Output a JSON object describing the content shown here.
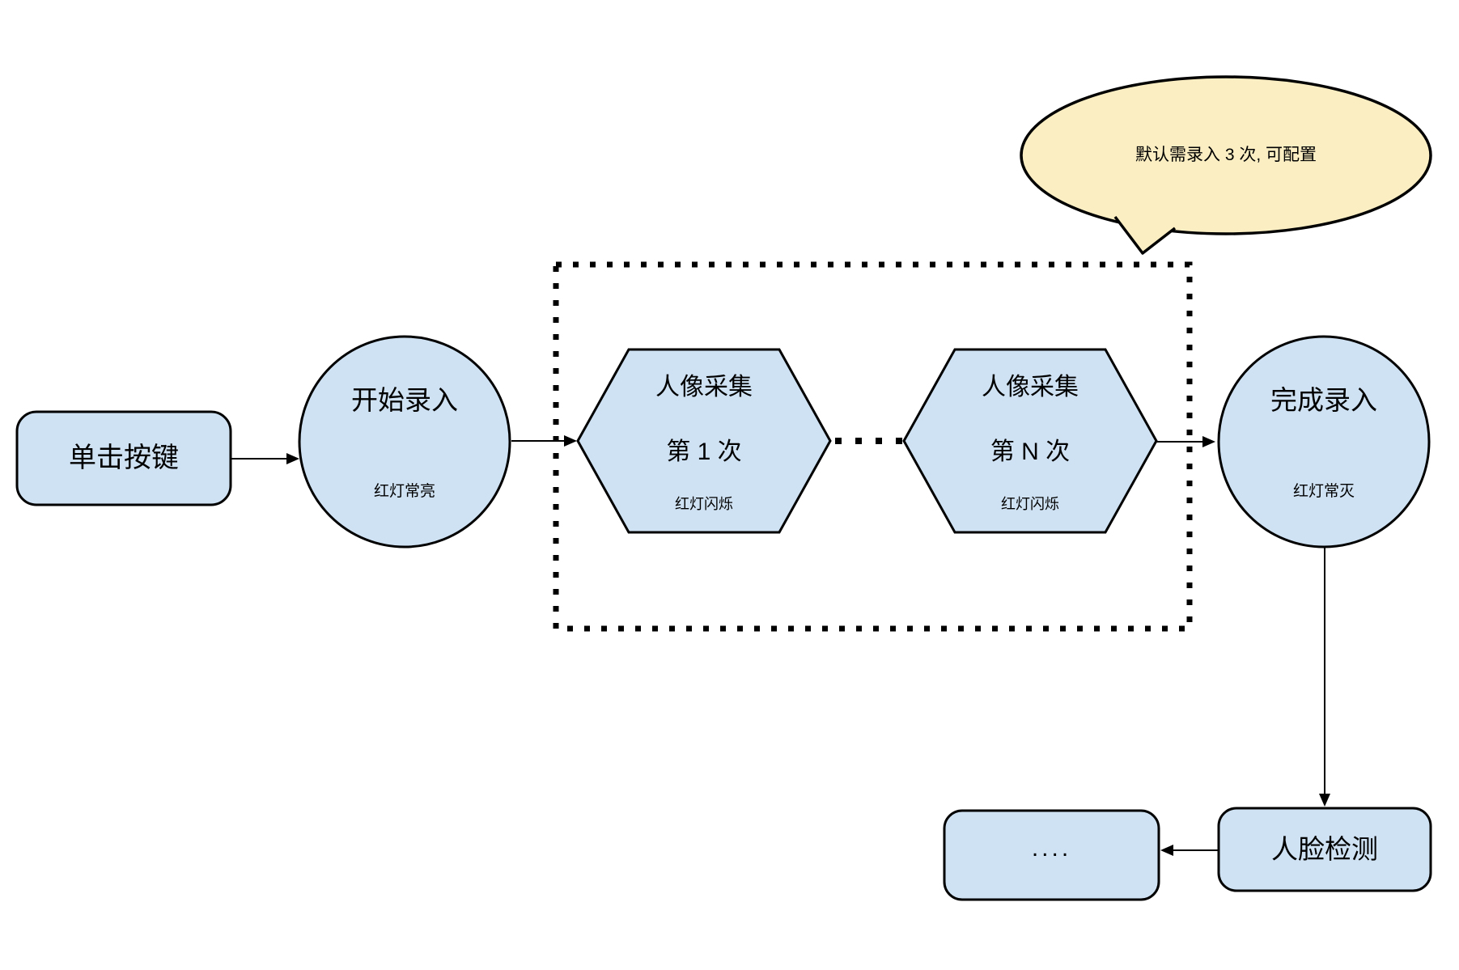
{
  "diagram": {
    "type": "flowchart",
    "background": "#ffffff",
    "colors": {
      "node_fill": "#cfe2f3",
      "node_stroke": "#000000",
      "callout_fill": "#faeec2",
      "connector": "#000000"
    },
    "nodes": {
      "click_button": {
        "label": "单击按键"
      },
      "start_entry": {
        "label": "开始录入",
        "status": "红灯常亮"
      },
      "capture_first": {
        "title": "人像采集",
        "count": "第 1 次",
        "status": "红灯闪烁"
      },
      "capture_nth": {
        "title": "人像采集",
        "count": "第 N 次",
        "status": "红灯闪烁"
      },
      "finish_entry": {
        "label": "完成录入",
        "status": "红灯常灭"
      },
      "face_detection": {
        "label": "人脸检测"
      },
      "continuation": {
        "label": "...."
      }
    },
    "callout": {
      "text": "默认需录入 3 次, 可配置"
    }
  }
}
